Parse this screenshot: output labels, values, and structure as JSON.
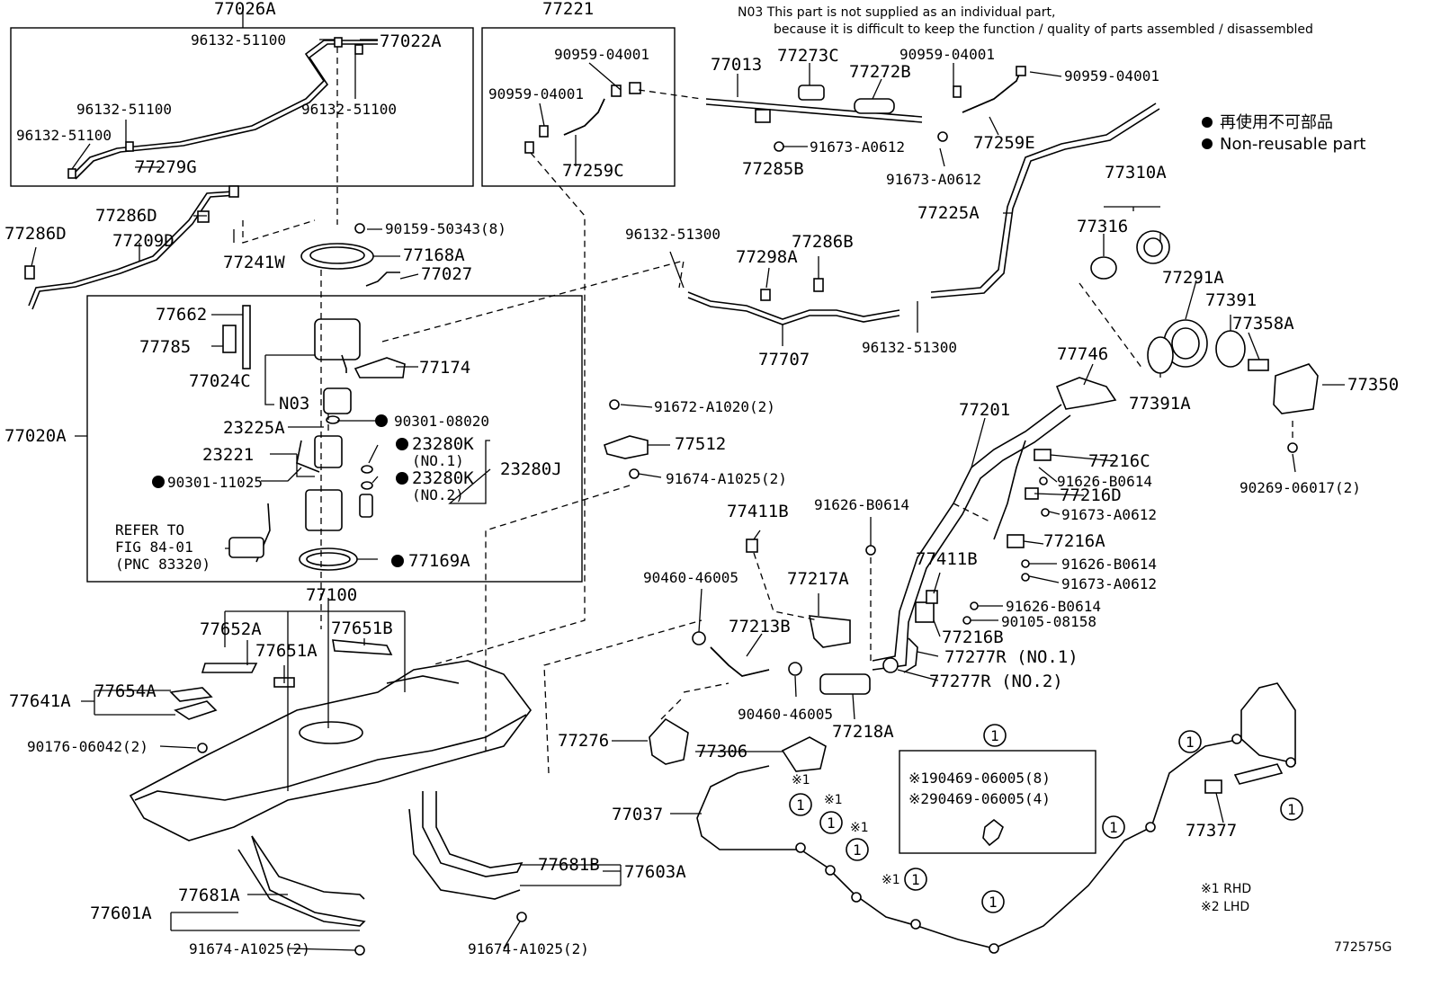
{
  "notes": {
    "n03_line1": "N03 This part is not supplied as an individual part,",
    "n03_line2": "because it is difficult to keep the function / quality of parts assembled / disassembled",
    "legend_jp": "再使用不可部品",
    "legend_en": "Non-reusable part",
    "rhd": "※1 RHD",
    "lhd": "※2 LHD",
    "fig_no": "772575G",
    "refer1": "REFER TO",
    "refer2": "FIG 84-01",
    "refer3": "(PNC 83320)"
  },
  "labels": {
    "p77026A": "77026A",
    "p96132_51100_a": "96132-51100",
    "p77022A": "77022A",
    "p96132_51100_b": "96132-51100",
    "p96132_51100_c": "96132-51100",
    "p96132_51100_d": "96132-51100",
    "p77279G": "77279G",
    "p77221": "77221",
    "p90959_a": "90959-04001",
    "p90959_b": "90959-04001",
    "p77259C": "77259C",
    "p77013": "77013",
    "p77273C": "77273C",
    "p77272B": "77272B",
    "p90959_c": "90959-04001",
    "p90959_d": "90959-04001",
    "p91673_a": "91673-A0612",
    "p77285B": "77285B",
    "p91673_b": "91673-A0612",
    "p77259E": "77259E",
    "p77286D_a": "77286D",
    "p77286D_b": "77286D",
    "p77209D": "77209D",
    "p77241W": "77241W",
    "p90159": "90159-50343(8)",
    "p77168A": "77168A",
    "p77027": "77027",
    "p96132_51300_a": "96132-51300",
    "p77298A": "77298A",
    "p77286B": "77286B",
    "p77707": "77707",
    "p96132_51300_b": "96132-51300",
    "p77225A": "77225A",
    "p77310A": "77310A",
    "p77316": "77316",
    "p77291A": "77291A",
    "p77391": "77391",
    "p77358A": "77358A",
    "p77746": "77746",
    "p77391A": "77391A",
    "p77350": "77350",
    "p90269": "90269-06017(2)",
    "p77662": "77662",
    "p77785": "77785",
    "p77024C": "77024C",
    "p77174": "77174",
    "pN03": "N03",
    "p77020A": "77020A",
    "p23225A": "23225A",
    "p90301_08020": "90301-08020",
    "p23221": "23221",
    "p23280K_1": "23280K",
    "pNO1": "(NO.1)",
    "p23280J": "23280J",
    "p90301_11025": "90301-11025",
    "p23280K_2": "23280K",
    "pNO2": "(NO.2)",
    "p77169A": "77169A",
    "p77100": "77100",
    "p91672": "91672-A1020(2)",
    "p77512": "77512",
    "p91674_a": "91674-A1025(2)",
    "p77201": "77201",
    "p77216C": "77216C",
    "p91626_a": "91626-B0614",
    "p77216D": "77216D",
    "p91673_c": "91673-A0612",
    "p77411B_a": "77411B",
    "p91626_b": "91626-B0614",
    "p77216A": "77216A",
    "p91626_c": "91626-B0614",
    "p91673_d": "91673-A0612",
    "p90460_a": "90460-46005",
    "p77217A": "77217A",
    "p77411B_b": "77411B",
    "p91626_d": "91626-B0614",
    "p90105": "90105-08158",
    "p77213B": "77213B",
    "p77216B": "77216B",
    "p77277R_1": "77277R (NO.1)",
    "p77277R_2": "77277R (NO.2)",
    "p90460_b": "90460-46005",
    "p77218A": "77218A",
    "p77652A": "77652A",
    "p77651A": "77651A",
    "p77651B": "77651B",
    "p77641A": "77641A",
    "p77654A": "77654A",
    "p90176": "90176-06042(2)",
    "p77276": "77276",
    "p77306": "77306",
    "p77037": "77037",
    "p77377": "77377",
    "p77681B": "77681B",
    "p77603A": "77603A",
    "p77601A": "77601A",
    "p77681A": "77681A",
    "p91674_b": "91674-A1025(2)",
    "p91674_c": "91674-A1025(2)",
    "clip1": "※190469-06005(8)",
    "clip2": "※290469-06005(4)",
    "circ1": "1",
    "mark1": "※1",
    "mark2": "※1",
    "mark3": "※1",
    "mark4": "※1"
  }
}
